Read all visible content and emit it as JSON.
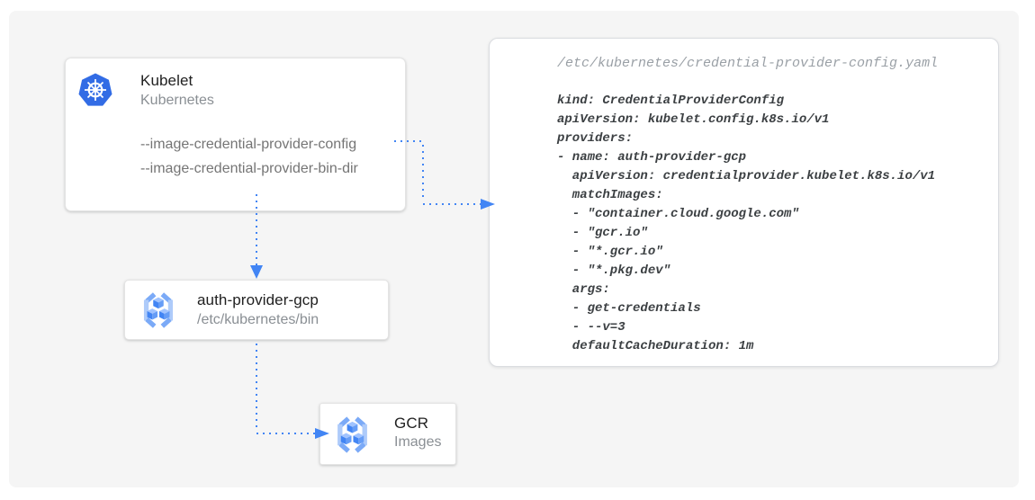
{
  "colors": {
    "panel_bg": "#f5f5f5",
    "accent_blue": "#4285f4",
    "kubernetes_blue": "#326ce5",
    "bracket_light": "#aecbfa",
    "bracket_medium": "#7baaf7",
    "cube_top": "#a0c3ff",
    "cube_left": "#4285f4",
    "cube_right": "#669df6",
    "title_text": "#212121",
    "subtitle_text": "#8a8f94",
    "flag_text": "#757575",
    "code_text": "#3c4043",
    "code_filename_text": "#9aa0a6"
  },
  "nodes": {
    "kubelet": {
      "title": "Kubelet",
      "subtitle": "Kubernetes",
      "flags": [
        "--image-credential-provider-config",
        "--image-credential-provider-bin-dir"
      ]
    },
    "auth_provider": {
      "title": "auth-provider-gcp",
      "subtitle": "/etc/kubernetes/bin"
    },
    "gcr": {
      "title": "GCR",
      "subtitle": "Images"
    }
  },
  "code_panel": {
    "filename": "/etc/kubernetes/credential-provider-config.yaml",
    "code": "kind: CredentialProviderConfig\napiVersion: kubelet.config.k8s.io/v1\nproviders:\n- name: auth-provider-gcp\n  apiVersion: credentialprovider.kubelet.k8s.io/v1\n  matchImages:\n  - \"container.cloud.google.com\"\n  - \"gcr.io\"\n  - \"*.gcr.io\"\n  - \"*.pkg.dev\"\n  args:\n  - get-credentials\n  - --v=3\n  defaultCacheDuration: 1m"
  }
}
